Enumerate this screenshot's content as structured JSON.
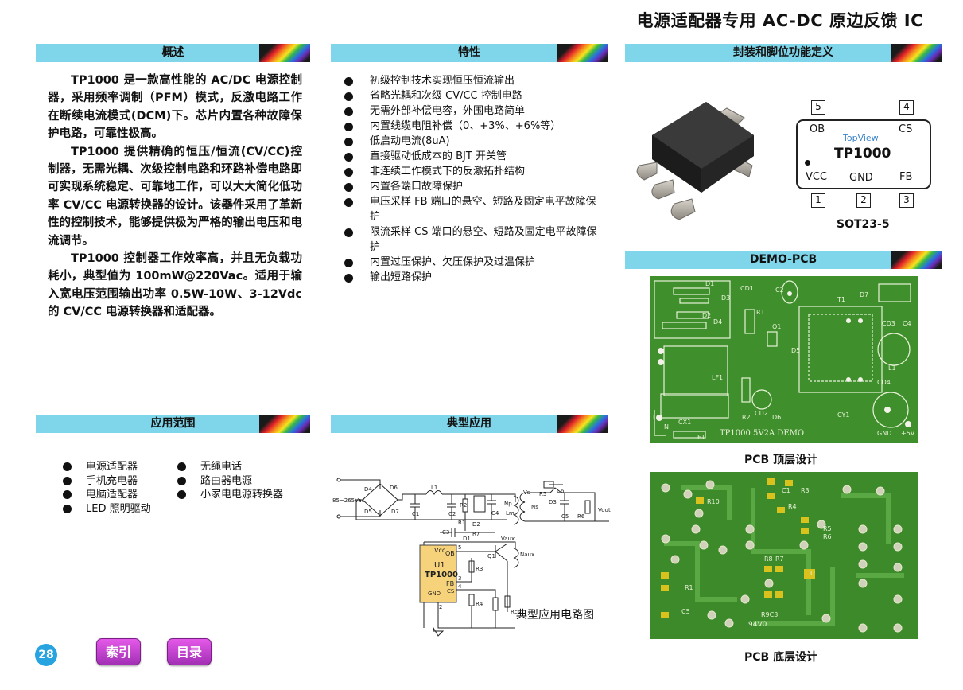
{
  "page_title": "电源适配器专用 AC-DC 原边反馈 IC",
  "sections": {
    "overview": "概述",
    "features": "特性",
    "package": "封装和脚位功能定义",
    "demo_pcb": "DEMO-PCB",
    "applications": "应用范围",
    "typical_app": "典型应用"
  },
  "overview_paragraphs": [
    "TP1000 是一款高性能的 AC/DC 电源控制器，采用频率调制（PFM）模式，反激电路工作在断续电流模式(DCM)下。芯片内置各种故障保护电路，可靠性极高。",
    "TP1000 提供精确的恒压/恒流(CV/CC)控制器，无需光耦、次级控制电路和环路补偿电路即可实现系统稳定、可靠地工作，可以大大简化低功率 CV/CC 电源转换器的设计。该器件采用了革新性的控制技术，能够提供极为严格的输出电压和电流调节。",
    "TP1000 控制器工作效率高，并且无负载功耗小，典型值为 100mW@220Vac。适用于输入宽电压范围输出功率 0.5W-10W、3-12Vdc 的 CV/CC 电源转换器和适配器。"
  ],
  "features": [
    "初级控制技术实现恒压恒流输出",
    "省略光耦和次级 CV/CC 控制电路",
    "无需外部补偿电容，外围电路简单",
    "内置线缆电阻补偿（0、+3%、+6%等）",
    "低启动电流(8uA)",
    "直接驱动低成本的 BJT 开关管",
    "非连续工作模式下的反激拓扑结构",
    "内置各端口故障保护",
    "电压采样 FB 端口的悬空、短路及固定电平故障保护",
    "限流采样 CS 端口的悬空、短路及固定电平故障保护",
    "内置过压保护、欠压保护及过温保护",
    "输出短路保护"
  ],
  "applications_col1": [
    "电源适配器",
    "手机充电器",
    "电脑适配器",
    "LED 照明驱动"
  ],
  "applications_col2": [
    "无绳电话",
    "路由器电源",
    "小家电电源转换器"
  ],
  "pinout": {
    "pin_numbers": [
      "5",
      "4",
      "1",
      "2",
      "3"
    ],
    "labels": {
      "ob": "OB",
      "cs": "CS",
      "vcc": "VCC",
      "gnd": "GND",
      "fb": "FB"
    },
    "top_view": "TopView",
    "part": "TP1000",
    "package": "SOT23-5"
  },
  "pcb_top": {
    "caption": "PCB 顶层设计",
    "board_text": "TP1000  5V2A  DEMO",
    "refs": [
      "D1",
      "D2",
      "D3",
      "D4",
      "CD1",
      "C2",
      "R1",
      "Q1",
      "D5",
      "T1",
      "D7",
      "CD3",
      "C4",
      "LF1",
      "L1",
      "CD4",
      "CX1",
      "F1",
      "R2",
      "CD2",
      "D6",
      "CY1",
      "L",
      "N",
      "GND",
      "+5V"
    ]
  },
  "pcb_bottom": {
    "caption": "PCB 底层设计",
    "board_text": "94V0",
    "refs": [
      "C1",
      "R3",
      "R10",
      "R4",
      "R5",
      "R6",
      "R8",
      "R7",
      "U1",
      "R1",
      "C5",
      "R9",
      "C3"
    ]
  },
  "circuit": {
    "caption": "典型应用电路图",
    "ac_input": "85~265Vac",
    "chip_name": "U1",
    "chip_part": "TP1000",
    "pins": {
      "vcc": "Vcc",
      "ob": "OB",
      "fb": "FB",
      "cs": "CS",
      "gnd": "GND"
    },
    "pin_nums": [
      "5",
      "3",
      "4",
      "2"
    ],
    "refs": [
      "D4",
      "D6",
      "D5",
      "D7",
      "L1",
      "C1",
      "C2",
      "R1",
      "R2",
      "C4",
      "D2",
      "R7",
      "D1",
      "C3",
      "Q1",
      "R3",
      "R4",
      "Rcs",
      "Np",
      "Lm",
      "Ns",
      "Naux",
      "Vaux",
      "Vs",
      "R5",
      "C6",
      "D3",
      "C5",
      "R6",
      "Vout"
    ]
  },
  "footer": {
    "page_number": "28",
    "index_button": "索引",
    "toc_button": "目录"
  },
  "colors": {
    "section_header": "#7fd6ea",
    "pcb_green": "#3f8f2c",
    "nav_button": "#c040cc",
    "page_badge": "#27a3e0"
  }
}
